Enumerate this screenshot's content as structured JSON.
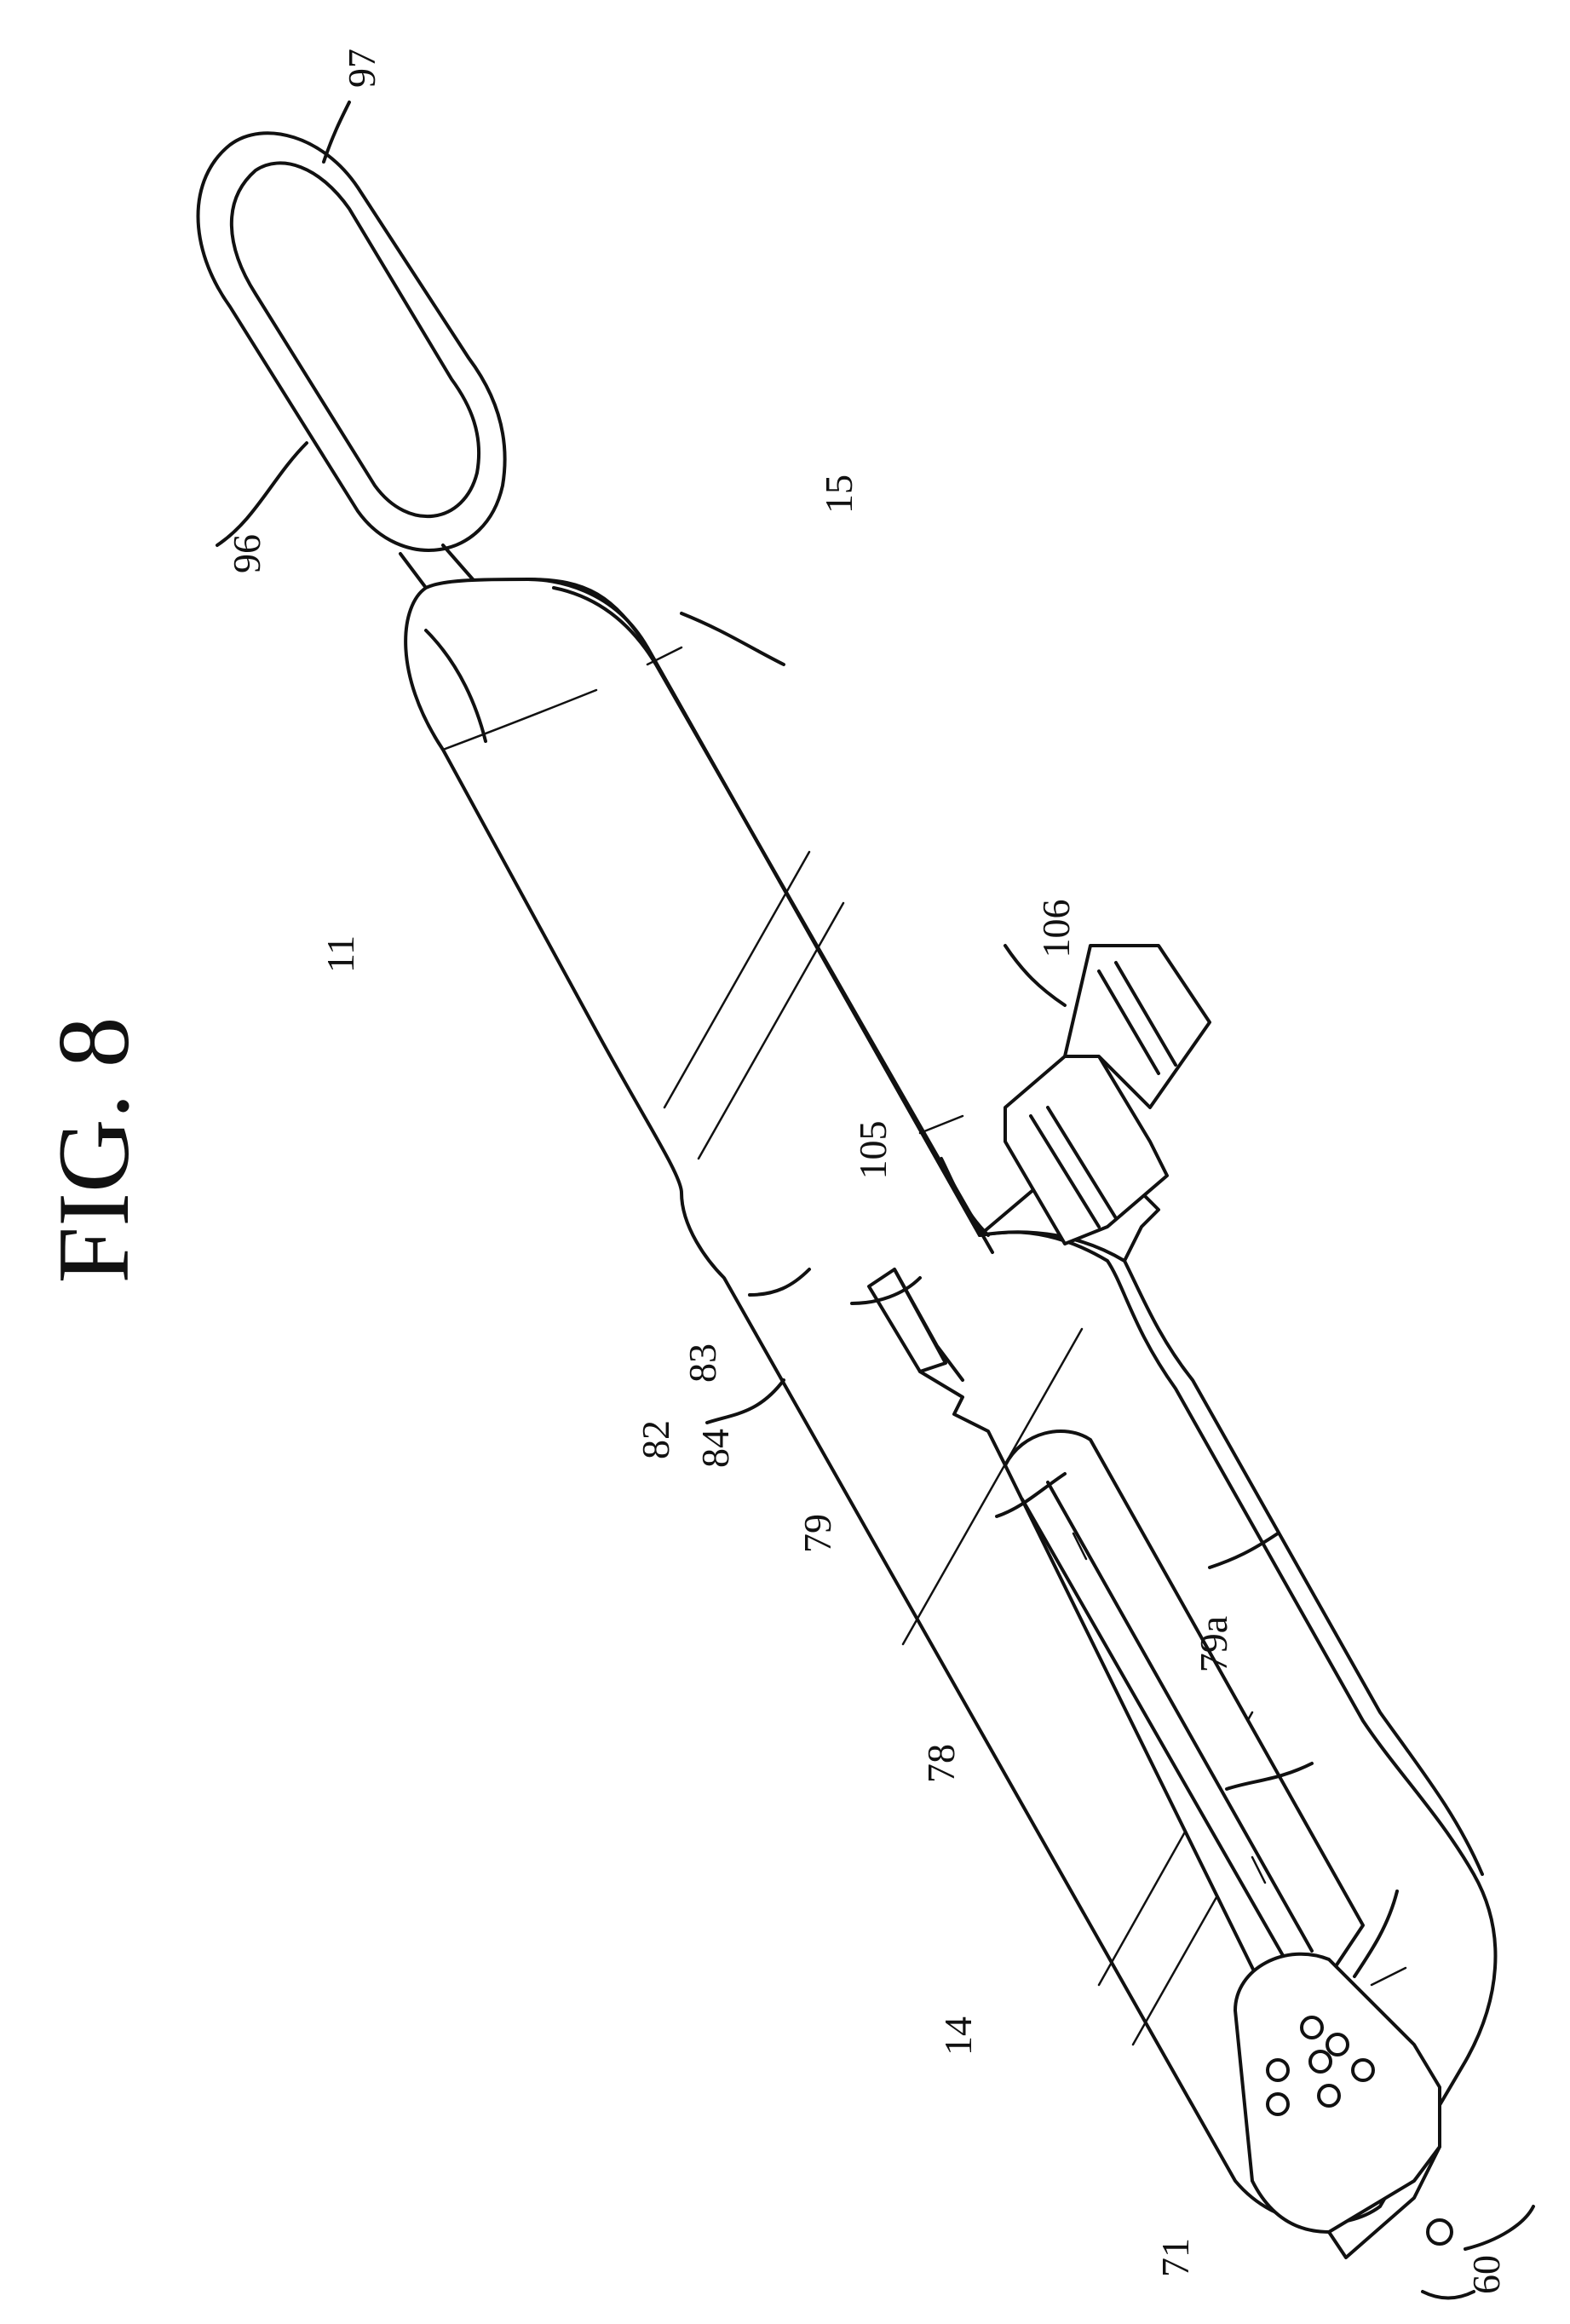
{
  "figure": {
    "title": "FIG. 8"
  },
  "labels": {
    "ref_11": "11",
    "ref_14": "14",
    "ref_15": "15",
    "ref_60": "60",
    "ref_71": "71",
    "ref_78": "78",
    "ref_79": "79",
    "ref_79a": "79a",
    "ref_82": "82",
    "ref_83": "83",
    "ref_84": "84",
    "ref_96": "96",
    "ref_97": "97",
    "ref_105": "105",
    "ref_106": "106"
  }
}
